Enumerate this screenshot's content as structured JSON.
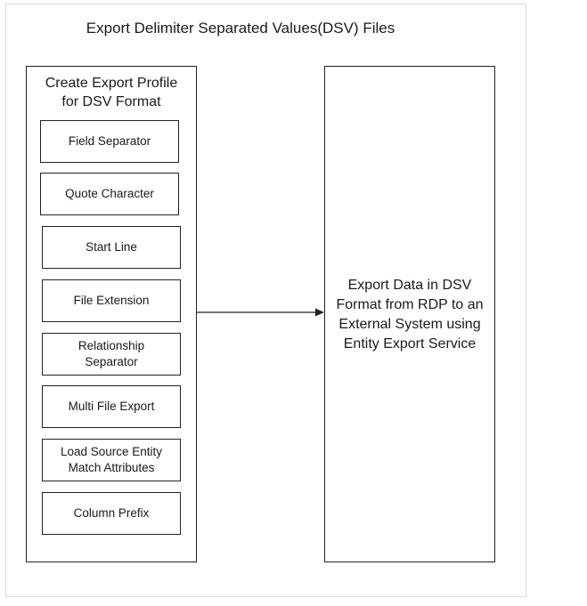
{
  "diagram": {
    "title": "Export Delimiter Separated Values(DSV) Files",
    "profile": {
      "title_line1": "Create Export Profile",
      "title_line2": "for DSV Format",
      "fields": [
        {
          "line1": "Field Separator",
          "line2": ""
        },
        {
          "line1": "Quote Character",
          "line2": ""
        },
        {
          "line1": "Start Line",
          "line2": ""
        },
        {
          "line1": "File Extension",
          "line2": ""
        },
        {
          "line1": "Relationship",
          "line2": "Separator"
        },
        {
          "line1": "Multi File Export",
          "line2": ""
        },
        {
          "line1": "Load Source Entity",
          "line2": "Match Attributes"
        },
        {
          "line1": "Column Prefix",
          "line2": ""
        }
      ]
    },
    "export": {
      "line1": "Export Data in DSV",
      "line2": "Format from RDP to an",
      "line3": "External System using",
      "line4": "Entity Export Service"
    }
  }
}
